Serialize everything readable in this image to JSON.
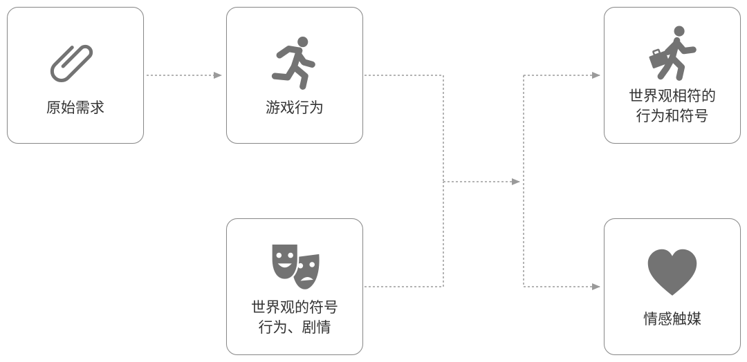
{
  "colors": {
    "box_border": "#8a8a8a",
    "icon": "#737373",
    "connector": "#9a9a9a",
    "text": "#333333"
  },
  "nodes": {
    "original_need": {
      "label": "原始需求",
      "icon": "paperclip-icon"
    },
    "game_behavior": {
      "label": "游戏行为",
      "icon": "running-person-icon"
    },
    "world_symbols": {
      "label_line1": "世界观的符号",
      "label_line2": "行为、剧情",
      "icon": "theater-masks-icon"
    },
    "consistent": {
      "label_line1": "世界观相符的",
      "label_line2": "行为和符号",
      "icon": "walking-person-with-briefcase-icon"
    },
    "emotion_trigger": {
      "label": "情感触媒",
      "icon": "heart-icon"
    }
  }
}
